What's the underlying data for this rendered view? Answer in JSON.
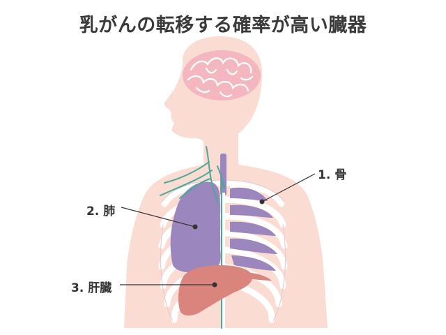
{
  "title": "乳がんの転移する確率が高い臓器",
  "callouts": [
    {
      "rank": "1.",
      "organ": "骨",
      "text": "1. 骨"
    },
    {
      "rank": "2.",
      "organ": "肺",
      "text": "2. 肺"
    },
    {
      "rank": "3.",
      "organ": "肝臓",
      "text": "3. 肝臓"
    }
  ],
  "colors": {
    "skin": "#fbdcd2",
    "brain": "#f4b6bf",
    "brain_outline": "#ffffff",
    "lung": "#9b86bd",
    "liver": "#d9847c",
    "ribs": "#ffffff",
    "rib_shadow": "#e8d8d8",
    "vessel": "#4aa89a",
    "trachea": "#9b86bd",
    "leader_line": "#333333",
    "title": "#3a3a3a"
  }
}
